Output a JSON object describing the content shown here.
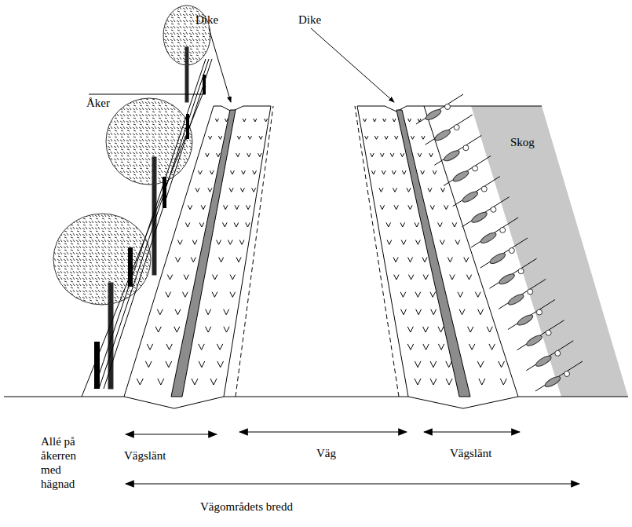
{
  "diagram": {
    "labels": [
      "Dike",
      "Dike",
      "Åker",
      "Skog",
      "Vägslänt",
      "Väg",
      "Vägslänt",
      "Allé på åkerren med hägnad",
      "Vägområdets bredd"
    ]
  }
}
